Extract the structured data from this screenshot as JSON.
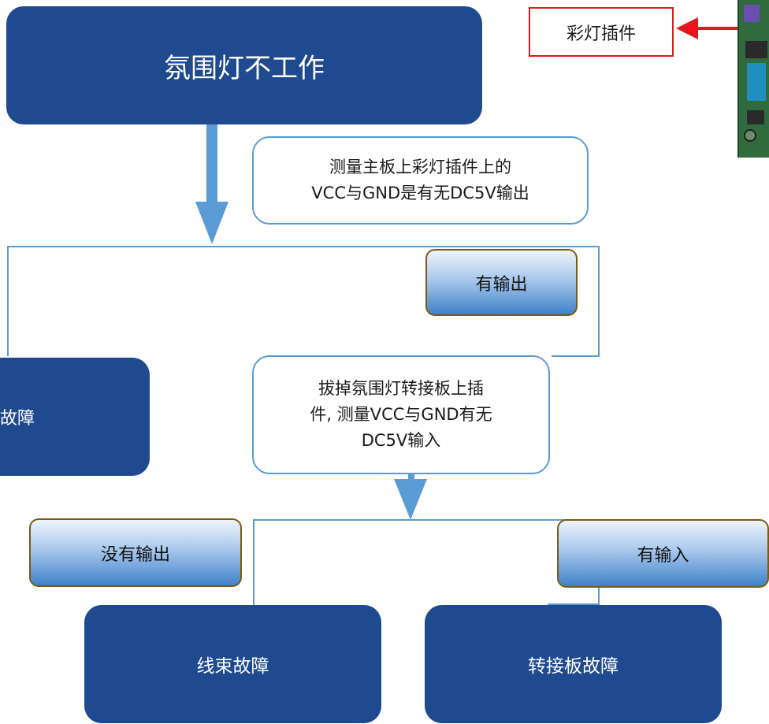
{
  "start": {
    "text": "氛围灯不工作"
  },
  "step1": {
    "text_line1": "测量主板上彩灯插件上的",
    "text_line2": "VCC与GND是有无DC5V输出"
  },
  "callout": {
    "text": "彩灯插件"
  },
  "branch_yes_output": {
    "text": "有输出"
  },
  "left_fault": {
    "text": "故障"
  },
  "step2": {
    "text_line1": "拔掉氛围灯转接板上插",
    "text_line2": "件, 测量VCC与GND有无",
    "text_line3": "DC5V输入"
  },
  "branch_no_output": {
    "text": "没有输出"
  },
  "branch_has_input": {
    "text": "有输入"
  },
  "result_harness": {
    "text": "线束故障"
  },
  "result_adapter": {
    "text": "转接板故障"
  },
  "colors": {
    "dark_box": "#1f4a8f",
    "connector": "#5b9bd5",
    "callout_border": "#e0191f",
    "callout_arrow": "#e0191f",
    "label_border": "#7a5b14"
  },
  "icons": {
    "board_photo": "circuit-board-photo"
  }
}
